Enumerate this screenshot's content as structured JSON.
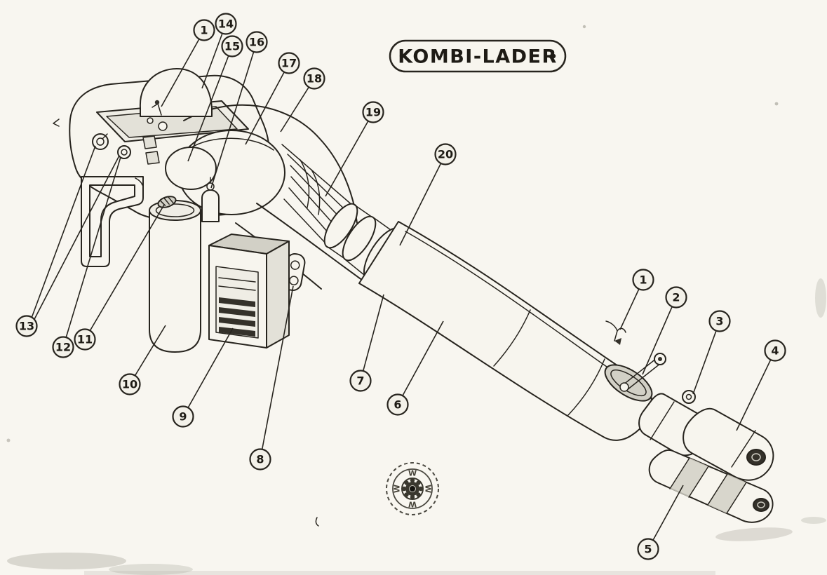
{
  "title": {
    "text": "KOMBI-LADER"
  },
  "callouts": [
    {
      "label": "1"
    },
    {
      "label": "14"
    },
    {
      "label": "15"
    },
    {
      "label": "16"
    },
    {
      "label": "17"
    },
    {
      "label": "18"
    },
    {
      "label": "19"
    },
    {
      "label": "20"
    },
    {
      "label": "1"
    },
    {
      "label": "2"
    },
    {
      "label": "3"
    },
    {
      "label": "4"
    },
    {
      "label": "5"
    },
    {
      "label": "6"
    },
    {
      "label": "7"
    },
    {
      "label": "8"
    },
    {
      "label": "9"
    },
    {
      "label": "10"
    },
    {
      "label": "11"
    },
    {
      "label": "12"
    },
    {
      "label": "13"
    }
  ],
  "stamp": {
    "letters": [
      "W",
      "W",
      "W",
      "W"
    ]
  }
}
